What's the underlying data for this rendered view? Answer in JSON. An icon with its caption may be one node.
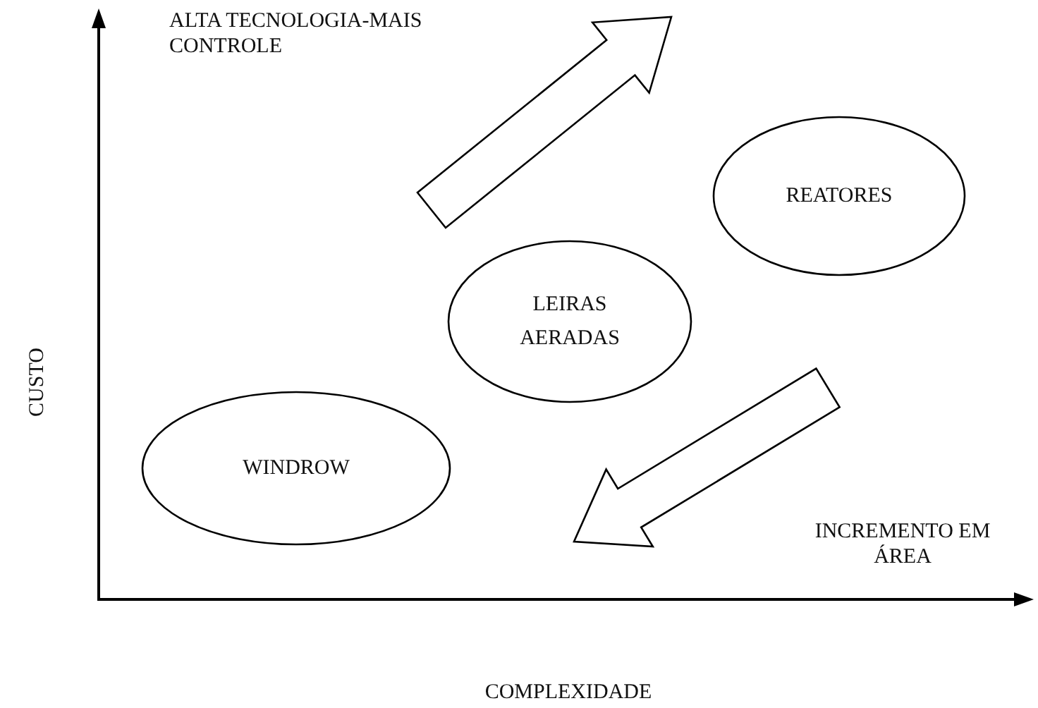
{
  "diagram": {
    "nodes": [
      {
        "text": [
          "WINDROW"
        ]
      },
      {
        "text": [
          "LEIRAS AERADAS"
        ]
      },
      {
        "text": [
          "REATORES"
        ]
      }
    ],
    "labels": [
      "ALTA TECNOLOGIA-MAIS CONTROLE",
      "INCREMENTO EM ÁREA",
      "CUSTO",
      "COMPLEXIDADE"
    ]
  }
}
